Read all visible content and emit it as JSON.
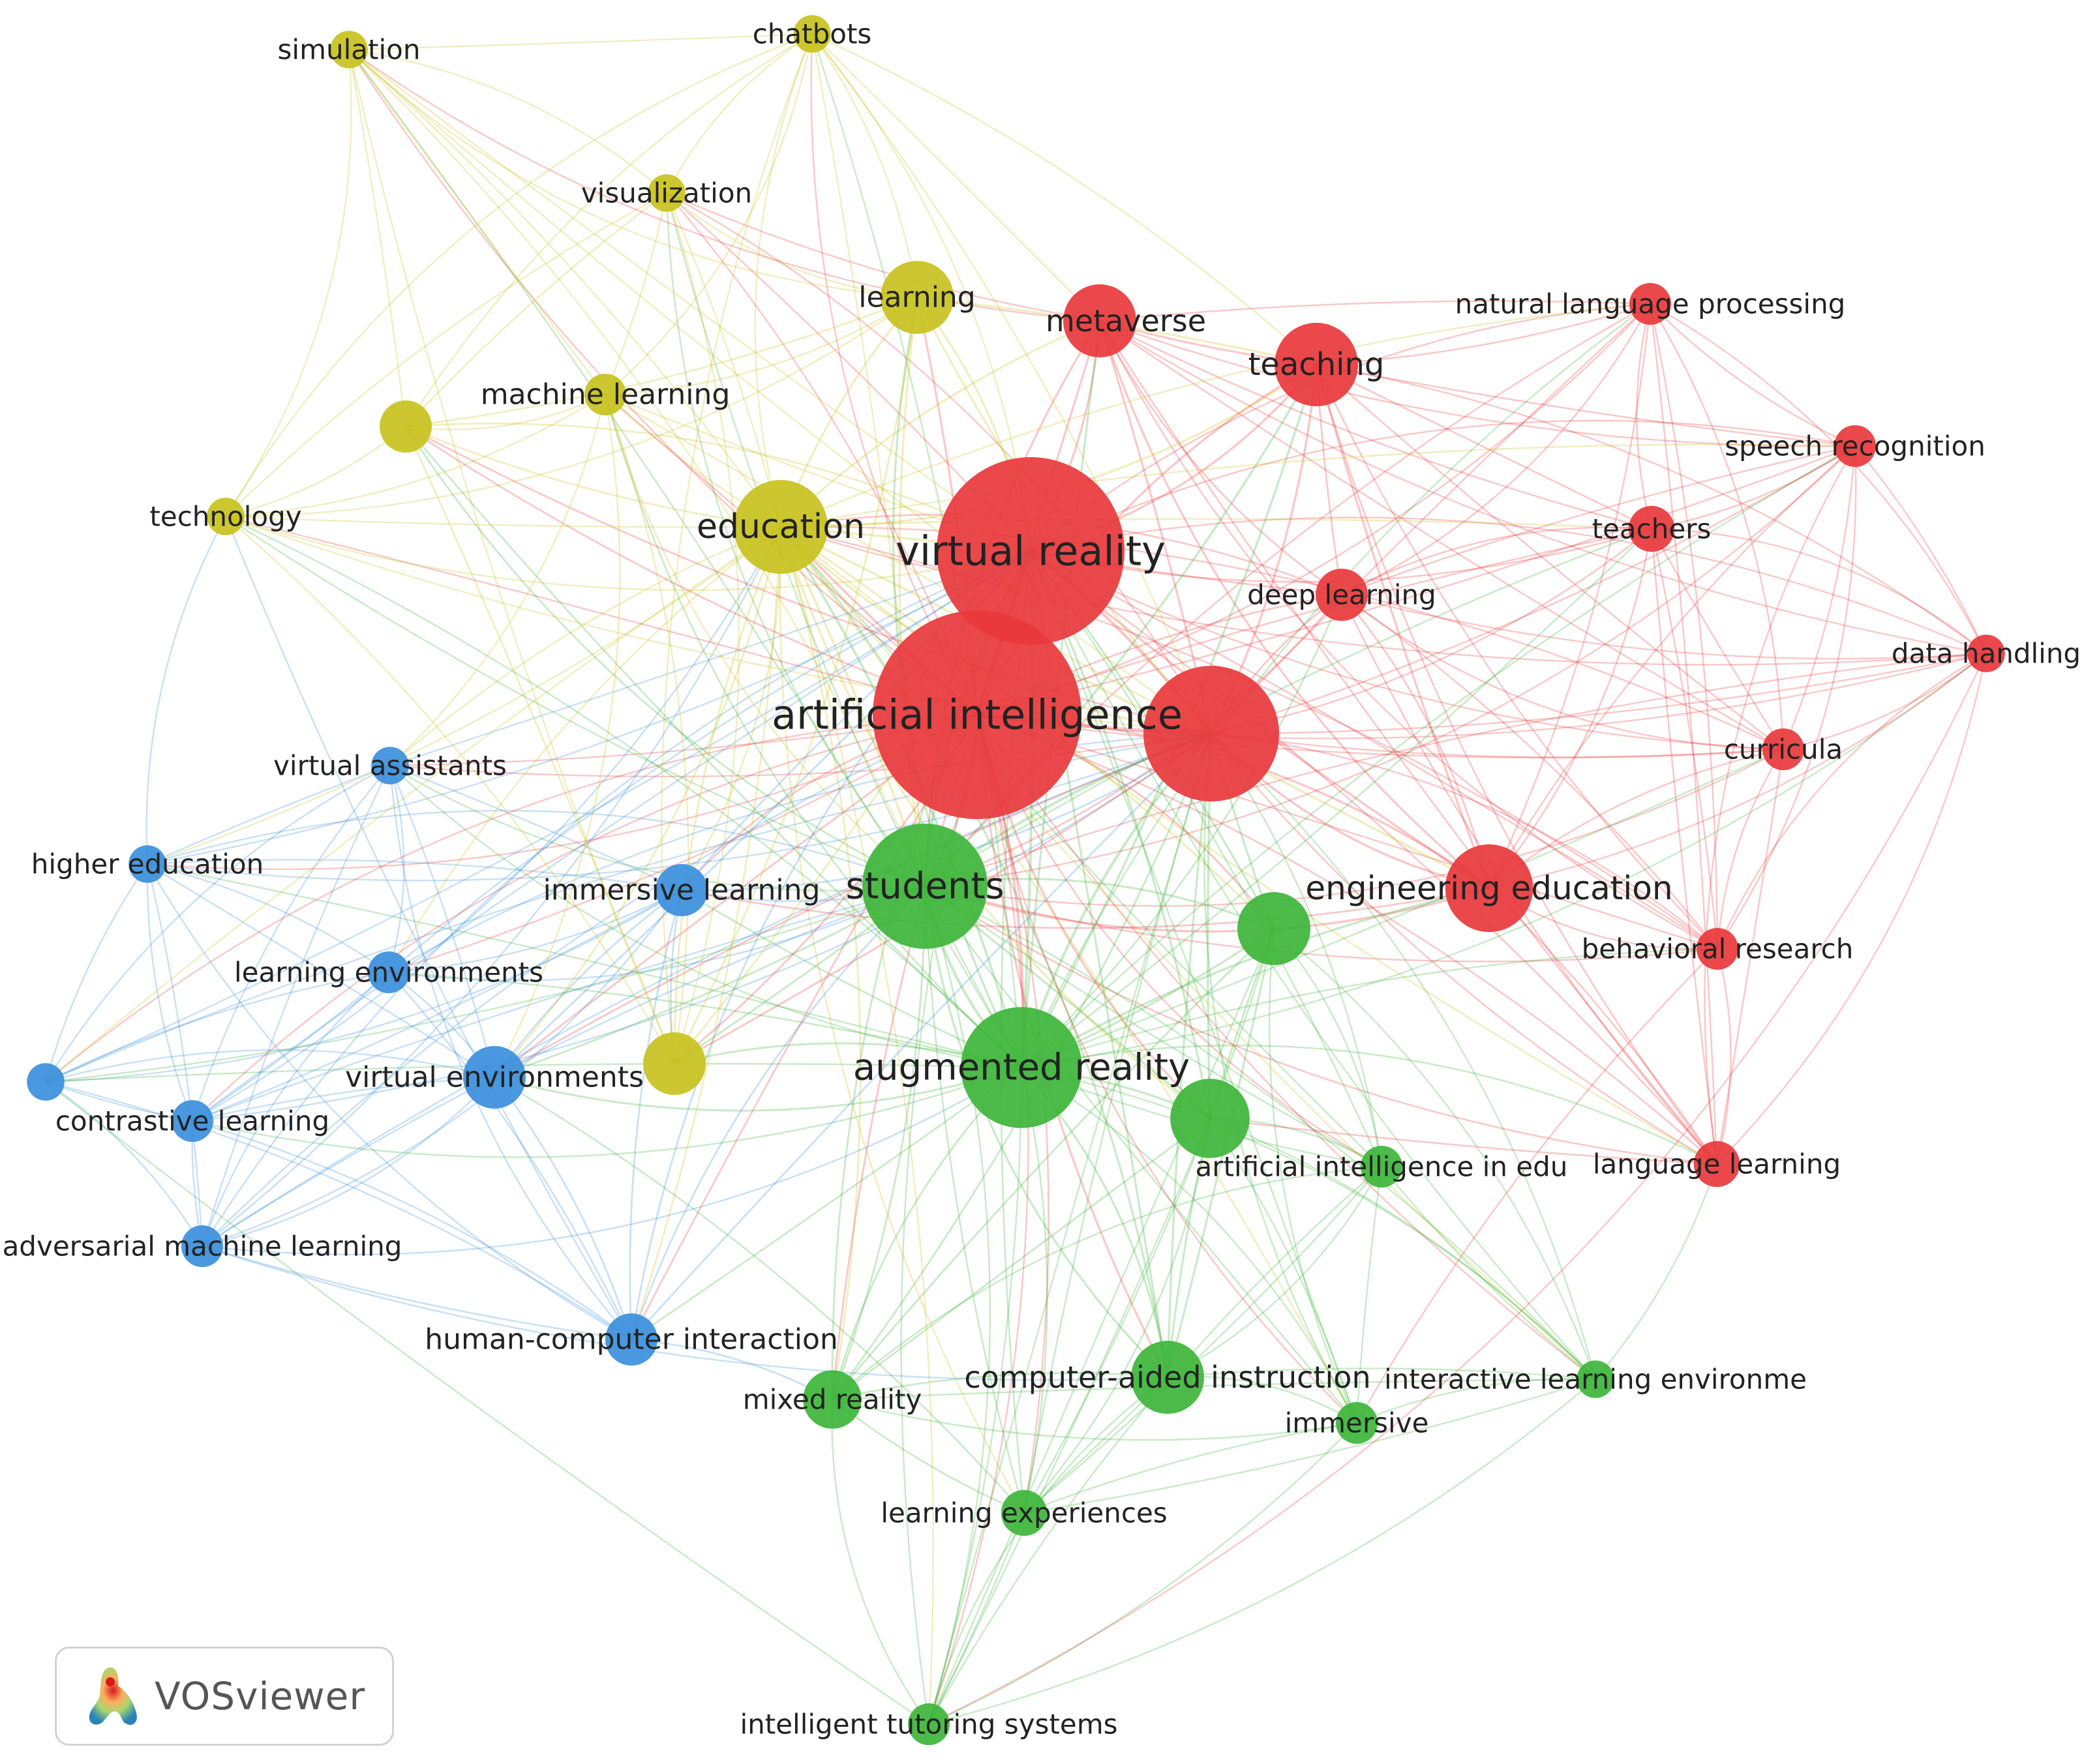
{
  "clusters": {
    "red": "#e8383c",
    "green": "#3db53a",
    "blue": "#3b8fdc",
    "yellow": "#c8c21e"
  },
  "nodes": [
    {
      "id": "artificial-intelligence",
      "label": "artificial intelligence",
      "cluster": "red",
      "weight": 10
    },
    {
      "id": "virtual-reality",
      "label": "virtual reality",
      "cluster": "red",
      "weight": 9
    },
    {
      "id": "unlabeled-red-hub",
      "label": "",
      "cluster": "red",
      "weight": 6.5
    },
    {
      "id": "metaverse",
      "label": "metaverse",
      "cluster": "red",
      "weight": 3.5
    },
    {
      "id": "teaching",
      "label": "teaching",
      "cluster": "red",
      "weight": 4
    },
    {
      "id": "natural-language-processing",
      "label": "natural language processing",
      "cluster": "red",
      "weight": 2
    },
    {
      "id": "speech-recognition",
      "label": "speech recognition",
      "cluster": "red",
      "weight": 2
    },
    {
      "id": "teachers",
      "label": "teachers",
      "cluster": "red",
      "weight": 2.2
    },
    {
      "id": "deep-learning",
      "label": "deep learning",
      "cluster": "red",
      "weight": 2.5
    },
    {
      "id": "data-handling",
      "label": "data handling",
      "cluster": "red",
      "weight": 1.8
    },
    {
      "id": "curricula",
      "label": "curricula",
      "cluster": "red",
      "weight": 2
    },
    {
      "id": "engineering-education",
      "label": "engineering education",
      "cluster": "red",
      "weight": 4.2
    },
    {
      "id": "behavioral-research",
      "label": "behavioral research",
      "cluster": "red",
      "weight": 2
    },
    {
      "id": "language-learning",
      "label": "language learning",
      "cluster": "red",
      "weight": 2.2
    },
    {
      "id": "students",
      "label": "students",
      "cluster": "green",
      "weight": 6
    },
    {
      "id": "augmented-reality",
      "label": "augmented reality",
      "cluster": "green",
      "weight": 5.8
    },
    {
      "id": "unlabeled-green-1",
      "label": "",
      "cluster": "green",
      "weight": 3.5
    },
    {
      "id": "unlabeled-green-2",
      "label": "",
      "cluster": "green",
      "weight": 3.8
    },
    {
      "id": "artificial-intelligence-in-edu",
      "label": "artificial intelligence in edu",
      "cluster": "green",
      "weight": 2
    },
    {
      "id": "computer-aided-instruction",
      "label": "computer-aided instruction",
      "cluster": "green",
      "weight": 3.5
    },
    {
      "id": "mixed-reality",
      "label": "mixed reality",
      "cluster": "green",
      "weight": 2.8
    },
    {
      "id": "immersive",
      "label": "immersive",
      "cluster": "green",
      "weight": 2
    },
    {
      "id": "interactive-learning-environme",
      "label": "interactive learning environme",
      "cluster": "green",
      "weight": 1.8
    },
    {
      "id": "learning-experiences",
      "label": "learning experiences",
      "cluster": "green",
      "weight": 2.2
    },
    {
      "id": "intelligent-tutoring-systems",
      "label": "intelligent tutoring systems",
      "cluster": "green",
      "weight": 2
    },
    {
      "id": "virtual-assistants",
      "label": "virtual assistants",
      "cluster": "blue",
      "weight": 1.8
    },
    {
      "id": "higher-education",
      "label": "higher education",
      "cluster": "blue",
      "weight": 1.8
    },
    {
      "id": "immersive-learning",
      "label": "immersive learning",
      "cluster": "blue",
      "weight": 2.5
    },
    {
      "id": "learning-environments",
      "label": "learning environments",
      "cluster": "blue",
      "weight": 2
    },
    {
      "id": "unlabeled-blue",
      "label": "",
      "cluster": "blue",
      "weight": 1.8
    },
    {
      "id": "virtual-environments",
      "label": "virtual environments",
      "cluster": "blue",
      "weight": 3
    },
    {
      "id": "contrastive-learning",
      "label": "contrastive learning",
      "cluster": "blue",
      "weight": 2
    },
    {
      "id": "adversarial-machine-learning",
      "label": "adversarial machine learning",
      "cluster": "blue",
      "weight": 2
    },
    {
      "id": "human-computer-interaction",
      "label": "human-computer interaction",
      "cluster": "blue",
      "weight": 2.5
    },
    {
      "id": "simulation",
      "label": "simulation",
      "cluster": "yellow",
      "weight": 1.8
    },
    {
      "id": "chatbots",
      "label": "chatbots",
      "cluster": "yellow",
      "weight": 1.8
    },
    {
      "id": "visualization",
      "label": "visualization",
      "cluster": "yellow",
      "weight": 1.8
    },
    {
      "id": "learning",
      "label": "learning",
      "cluster": "yellow",
      "weight": 3.5
    },
    {
      "id": "machine-learning",
      "label": "machine learning",
      "cluster": "yellow",
      "weight": 2
    },
    {
      "id": "unlabeled-yellow-1",
      "label": "",
      "cluster": "yellow",
      "weight": 2.5
    },
    {
      "id": "technology",
      "label": "technology",
      "cluster": "yellow",
      "weight": 1.8
    },
    {
      "id": "education",
      "label": "education",
      "cluster": "yellow",
      "weight": 4.5
    },
    {
      "id": "unlabeled-yellow-2",
      "label": "",
      "cluster": "yellow",
      "weight": 3
    }
  ],
  "logo": {
    "text": "VOSviewer"
  }
}
